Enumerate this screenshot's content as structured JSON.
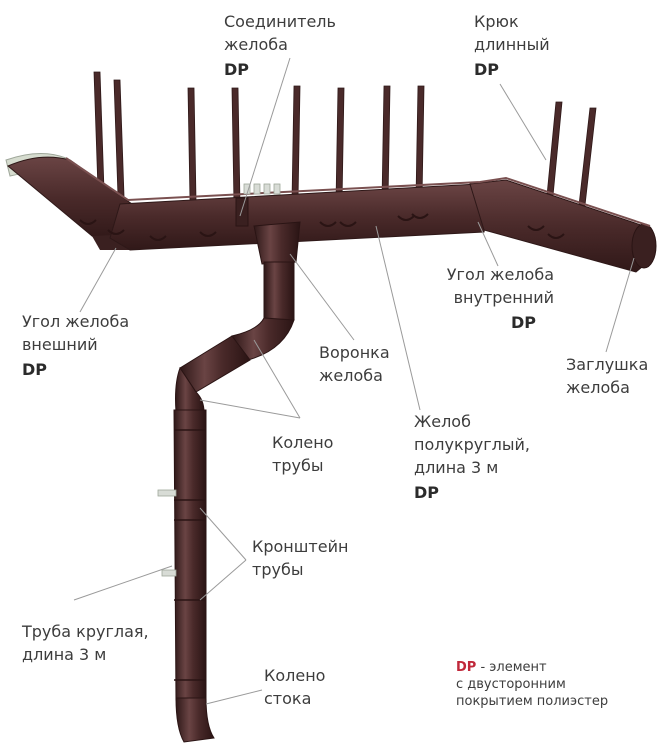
{
  "colors": {
    "gutter": "#4a2a2a",
    "gutter_dark": "#341c1c",
    "gutter_light": "#6a4242",
    "leader_line": "#9a9a9a",
    "dp_accent": "#c0283a",
    "text": "#3d3d3d"
  },
  "labels": {
    "gutter_connector": {
      "lines": [
        "Соединитель",
        "желоба"
      ],
      "dp": "DP"
    },
    "long_hook": {
      "lines": [
        "Крюк",
        "длинный"
      ],
      "dp": "DP"
    },
    "outer_corner": {
      "lines": [
        "Угол желоба",
        "внешний"
      ],
      "dp": "DP"
    },
    "inner_corner": {
      "lines": [
        "Угол желоба",
        "внутренний"
      ],
      "dp": "DP"
    },
    "funnel": {
      "lines": [
        "Воронка",
        "желоба"
      ]
    },
    "end_cap": {
      "lines": [
        "Заглушка",
        "желоба"
      ]
    },
    "pipe_elbow": {
      "lines": [
        "Колено",
        "трубы"
      ]
    },
    "half_round_gutter": {
      "lines": [
        "Желоб",
        "полукруглый,",
        "длина 3 м"
      ],
      "dp": "DP"
    },
    "pipe_bracket": {
      "lines": [
        "Кронштейн",
        "трубы"
      ]
    },
    "round_pipe": {
      "lines": [
        "Труба круглая,",
        "длина 3 м"
      ]
    },
    "drain_elbow": {
      "lines": [
        "Колено",
        "стока"
      ]
    }
  },
  "legend": {
    "key": "DP",
    "text_1": " - элемент",
    "text_2": "с двусторонним",
    "text_3": "покрытием полиэстер"
  }
}
